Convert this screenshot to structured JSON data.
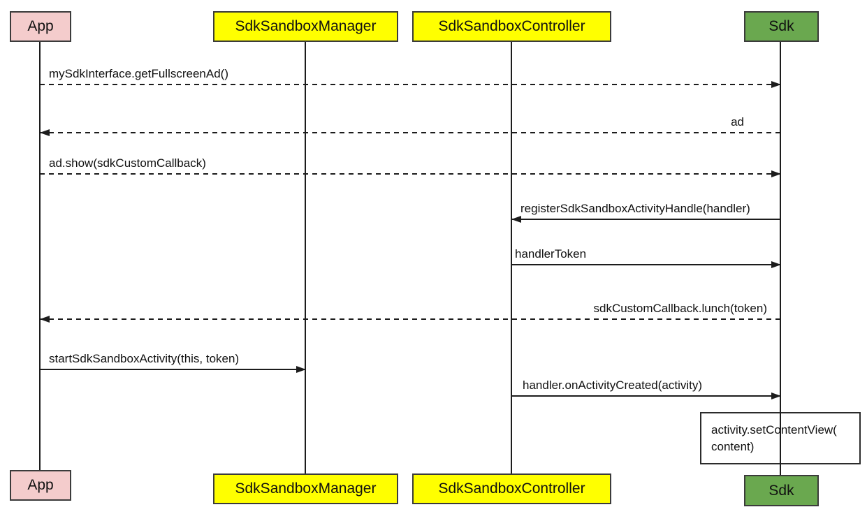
{
  "diagram": {
    "type": "uml-sequence-diagram",
    "participants": [
      {
        "id": "app",
        "label": "App",
        "fill": "#f4cccc"
      },
      {
        "id": "sdk-sandbox-manager",
        "label": "SdkSandboxManager",
        "fill": "#ffff00"
      },
      {
        "id": "sdk-sandbox-controller",
        "label": "SdkSandboxController",
        "fill": "#ffff00"
      },
      {
        "id": "sdk",
        "label": "Sdk",
        "fill": "#6aa84f"
      }
    ],
    "messages": [
      {
        "label": "mySdkInterface.getFullscreenAd()",
        "from": "App",
        "to": "Sdk",
        "line": "dashed",
        "arrow": "right"
      },
      {
        "label": "ad",
        "from": "Sdk",
        "to": "App",
        "line": "dashed",
        "arrow": "left"
      },
      {
        "label": "ad.show(sdkCustomCallback)",
        "from": "App",
        "to": "Sdk",
        "line": "dashed",
        "arrow": "right"
      },
      {
        "label": "registerSdkSandboxActivityHandle(handler)",
        "from": "Sdk",
        "to": "SdkSandboxController",
        "line": "solid",
        "arrow": "left"
      },
      {
        "label": "handlerToken",
        "from": "SdkSandboxController",
        "to": "Sdk",
        "line": "solid",
        "arrow": "right"
      },
      {
        "label": "sdkCustomCallback.lunch(token)",
        "from": "Sdk",
        "to": "App",
        "line": "dashed",
        "arrow": "left"
      },
      {
        "label": "startSdkSandboxActivity(this, token)",
        "from": "App",
        "to": "SdkSandboxManager",
        "line": "solid",
        "arrow": "right"
      },
      {
        "label": "handler.onActivityCreated(activity)",
        "from": "SdkSandboxController",
        "to": "Sdk",
        "line": "solid",
        "arrow": "right"
      }
    ],
    "note": {
      "attached_to": "Sdk",
      "line1": "activity.setContentView(",
      "line2": "content)"
    },
    "colors": {
      "background": "#ffffff",
      "box_border": "#3b3b3b",
      "line": "#1c1c1c",
      "text": "#111111",
      "app_fill": "#f4cccc",
      "manager_fill": "#ffff00",
      "controller_fill": "#ffff00",
      "sdk_fill": "#6aa84f"
    }
  }
}
